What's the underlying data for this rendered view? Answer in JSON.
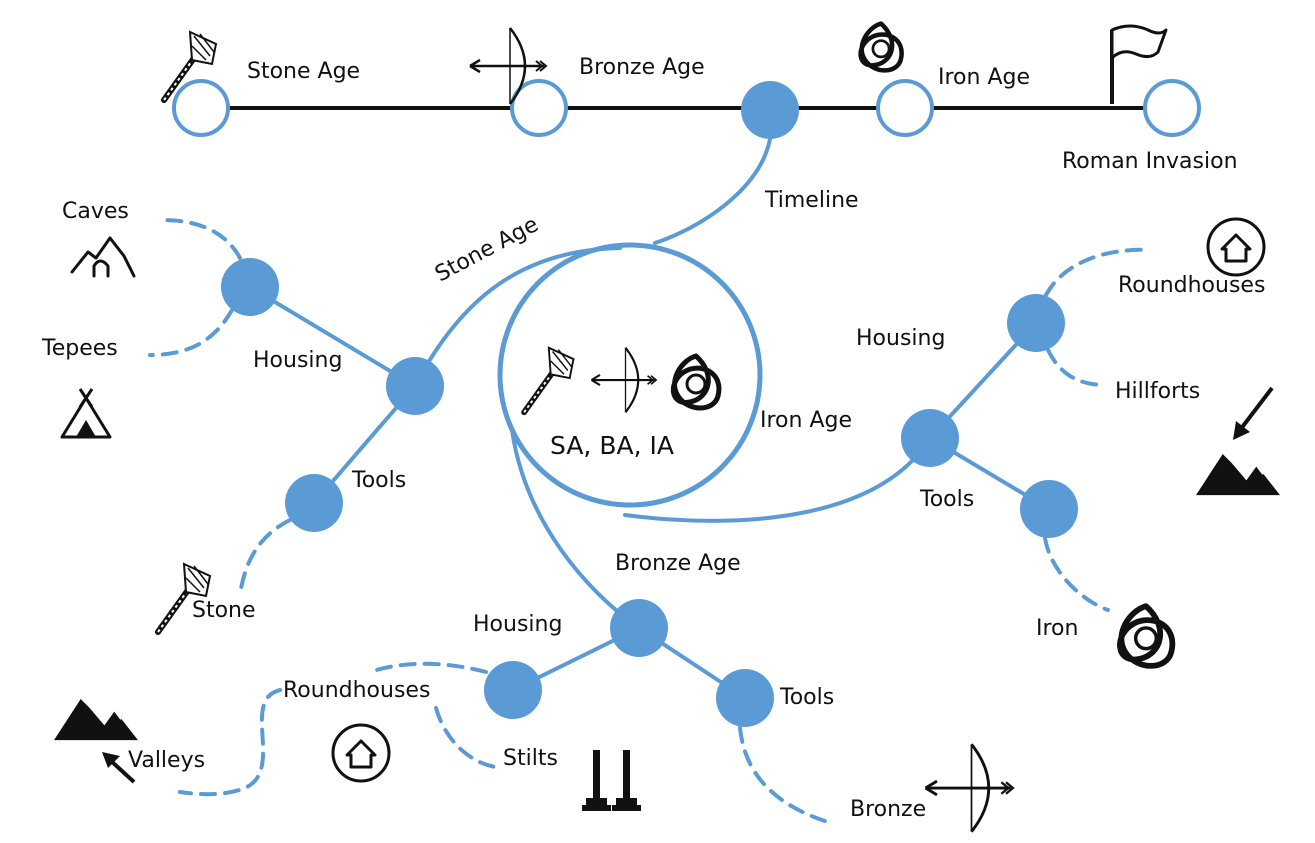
{
  "timeline": {
    "stops": [
      "Stone Age",
      "Bronze Age",
      "Iron Age",
      "Roman Invasion"
    ],
    "branch_label": "Timeline"
  },
  "center": {
    "label": "SA, BA, IA"
  },
  "stone_age": {
    "label": "Stone Age",
    "housing": {
      "label": "Housing",
      "items": [
        "Caves",
        "Tepees"
      ]
    },
    "tools": {
      "label": "Tools",
      "items": [
        "Stone"
      ]
    }
  },
  "bronze_age": {
    "label": "Bronze Age",
    "housing": {
      "label": "Housing",
      "items": [
        "Roundhouses",
        "Stilts",
        "Valleys"
      ]
    },
    "tools": {
      "label": "Tools",
      "items": [
        "Bronze"
      ]
    }
  },
  "iron_age": {
    "label": "Iron Age",
    "housing": {
      "label": "Housing",
      "items": [
        "Roundhouses",
        "Hillforts"
      ]
    },
    "tools": {
      "label": "Tools",
      "items": [
        "Iron"
      ]
    }
  },
  "colors": {
    "branch": "#5b9bd5",
    "ink": "#111111"
  },
  "icons": [
    "stone-axe-icon",
    "bow-arrow-icon",
    "triquetra-icon",
    "flag-icon",
    "cave-icon",
    "tepee-icon",
    "house-icon",
    "mountain-icon",
    "arrow-icon",
    "stilts-icon"
  ]
}
